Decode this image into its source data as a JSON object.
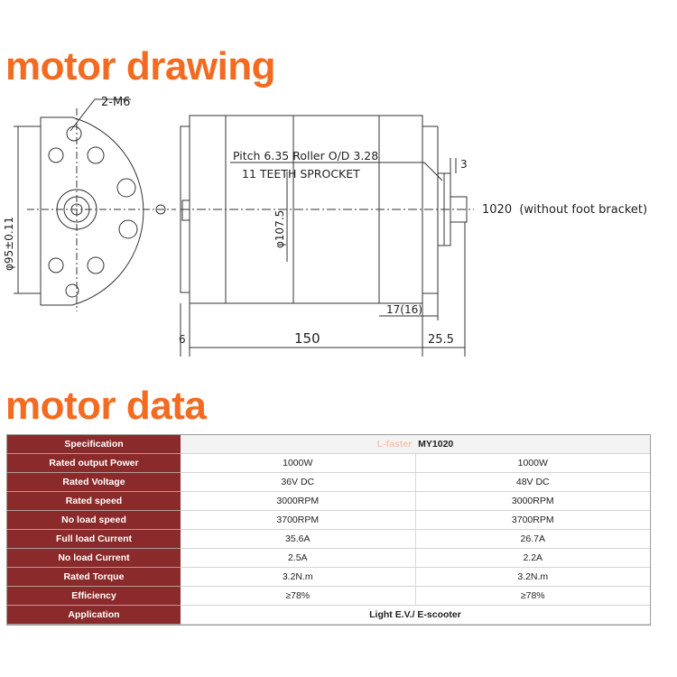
{
  "colors": {
    "heading": "#f26b21",
    "label_bg": "#8b2a2a",
    "brand": "#f4a07a",
    "line": "#333333"
  },
  "headings": {
    "drawing": "motor drawing",
    "data": "motor data"
  },
  "drawing": {
    "bolt_label": "2-M6",
    "diameter_95": "φ95±0.11",
    "diameter_107": "φ107.5",
    "sprocket_line1": "Pitch 6.35 Roller O/D 3.28",
    "sprocket_line2": "11 TEETH SPROCKET",
    "dim_3": "3",
    "dim_17": "17(16)",
    "dim_6": "6",
    "dim_150": "150",
    "dim_25": "25.5",
    "model_note": "1020  (without foot bracket)"
  },
  "table": {
    "header": {
      "label": "Specification",
      "brand": "L-faster",
      "model": "MY1020"
    },
    "rows": [
      {
        "label": "Rated output Power",
        "v1": "1000W",
        "v2": "1000W"
      },
      {
        "label": "Rated Voltage",
        "v1": "36V DC",
        "v2": "48V DC"
      },
      {
        "label": "Rated speed",
        "v1": "3000RPM",
        "v2": "3000RPM"
      },
      {
        "label": "No load speed",
        "v1": "3700RPM",
        "v2": "3700RPM"
      },
      {
        "label": "Full load Current",
        "v1": "35.6A",
        "v2": "26.7A"
      },
      {
        "label": "No load Current",
        "v1": "2.5A",
        "v2": "2.2A"
      },
      {
        "label": "Rated Torque",
        "v1": "3.2N.m",
        "v2": "3.2N.m"
      },
      {
        "label": "Efficiency",
        "v1": "≥78%",
        "v2": "≥78%"
      }
    ],
    "application": {
      "label": "Application",
      "value": "Light E.V./ E-scooter"
    }
  }
}
